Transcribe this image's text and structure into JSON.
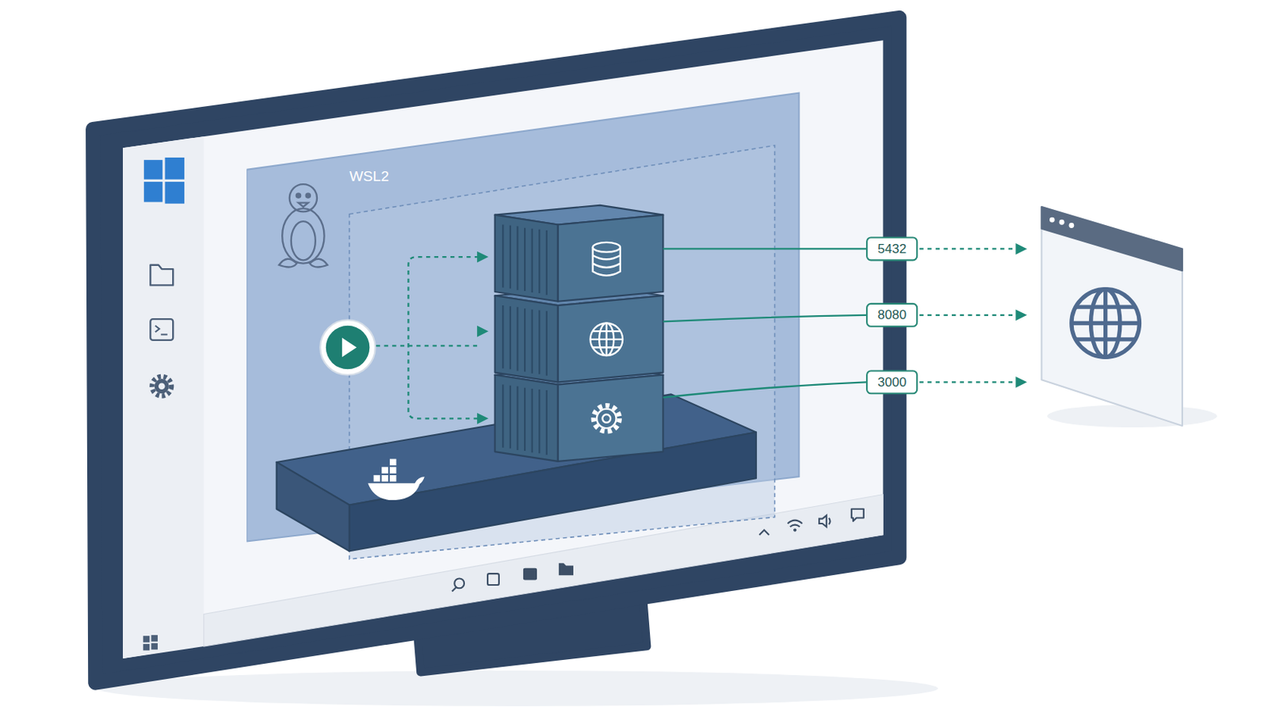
{
  "diagram": {
    "nodes": [
      {
        "text": [
          "WSL2"
        ]
      },
      {
        "text": [
          "5432"
        ]
      },
      {
        "text": [
          "8080"
        ]
      },
      {
        "text": [
          "3000"
        ]
      }
    ]
  }
}
